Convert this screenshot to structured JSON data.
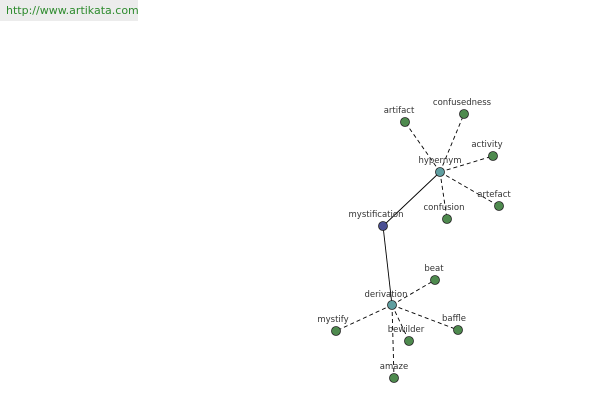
{
  "header": {
    "url": "http://www.artikata.com"
  },
  "colors": {
    "center_node": "#4a4f93",
    "hub_node": "#5f9ea0",
    "leaf_node": "#4e8a4e",
    "edge": "#000000",
    "banner_text": "#2e8b2e"
  },
  "graph": {
    "nodes": [
      {
        "id": "mystification",
        "label": "mystification",
        "kind": "center"
      },
      {
        "id": "hypernym",
        "label": "hypernym",
        "kind": "hub"
      },
      {
        "id": "derivation",
        "label": "derivation",
        "kind": "hub"
      },
      {
        "id": "artifact",
        "label": "artifact",
        "kind": "leaf"
      },
      {
        "id": "confusedness",
        "label": "confusedness",
        "kind": "leaf"
      },
      {
        "id": "activity",
        "label": "activity",
        "kind": "leaf"
      },
      {
        "id": "artefact",
        "label": "artefact",
        "kind": "leaf"
      },
      {
        "id": "confusion",
        "label": "confusion",
        "kind": "leaf"
      },
      {
        "id": "beat",
        "label": "beat",
        "kind": "leaf"
      },
      {
        "id": "mystify",
        "label": "mystify",
        "kind": "leaf"
      },
      {
        "id": "bewilder",
        "label": "bewilder",
        "kind": "leaf"
      },
      {
        "id": "baffle",
        "label": "baffle",
        "kind": "leaf"
      },
      {
        "id": "amaze",
        "label": "amaze",
        "kind": "leaf"
      }
    ],
    "edges": [
      {
        "from": "mystification",
        "to": "hypernym",
        "style": "solid"
      },
      {
        "from": "mystification",
        "to": "derivation",
        "style": "solid"
      },
      {
        "from": "hypernym",
        "to": "artifact",
        "style": "dashed"
      },
      {
        "from": "hypernym",
        "to": "confusedness",
        "style": "dashed"
      },
      {
        "from": "hypernym",
        "to": "activity",
        "style": "dashed"
      },
      {
        "from": "hypernym",
        "to": "artefact",
        "style": "dashed"
      },
      {
        "from": "hypernym",
        "to": "confusion",
        "style": "dashed"
      },
      {
        "from": "derivation",
        "to": "beat",
        "style": "dashed"
      },
      {
        "from": "derivation",
        "to": "mystify",
        "style": "dashed"
      },
      {
        "from": "derivation",
        "to": "bewilder",
        "style": "dashed"
      },
      {
        "from": "derivation",
        "to": "baffle",
        "style": "dashed"
      },
      {
        "from": "derivation",
        "to": "amaze",
        "style": "dashed"
      }
    ]
  }
}
